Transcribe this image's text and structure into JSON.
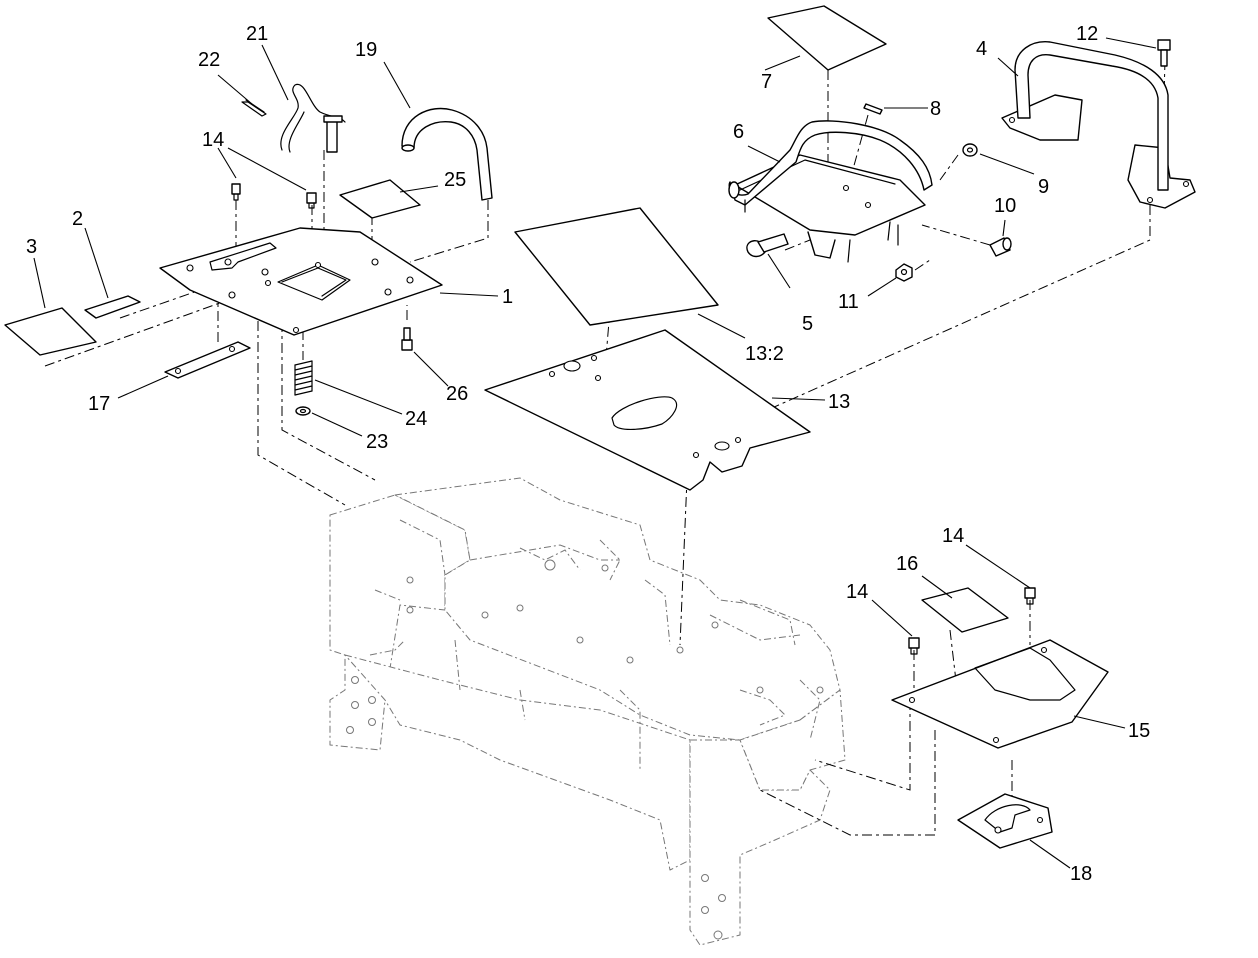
{
  "figure": {
    "callouts": [
      {
        "id": "c1",
        "label": "1"
      },
      {
        "id": "c2",
        "label": "2"
      },
      {
        "id": "c3",
        "label": "3"
      },
      {
        "id": "c4",
        "label": "4"
      },
      {
        "id": "c5",
        "label": "5"
      },
      {
        "id": "c6",
        "label": "6"
      },
      {
        "id": "c7",
        "label": "7"
      },
      {
        "id": "c8",
        "label": "8"
      },
      {
        "id": "c9",
        "label": "9"
      },
      {
        "id": "c10",
        "label": "10"
      },
      {
        "id": "c11",
        "label": "11"
      },
      {
        "id": "c12",
        "label": "12"
      },
      {
        "id": "c13",
        "label": "13"
      },
      {
        "id": "c13b",
        "label": "13:2"
      },
      {
        "id": "c14a",
        "label": "14"
      },
      {
        "id": "c14b",
        "label": "14"
      },
      {
        "id": "c14c",
        "label": "14"
      },
      {
        "id": "c15",
        "label": "15"
      },
      {
        "id": "c16",
        "label": "16"
      },
      {
        "id": "c17",
        "label": "17"
      },
      {
        "id": "c18",
        "label": "18"
      },
      {
        "id": "c19",
        "label": "19"
      },
      {
        "id": "c21",
        "label": "21"
      },
      {
        "id": "c22",
        "label": "22"
      },
      {
        "id": "c23",
        "label": "23"
      },
      {
        "id": "c24",
        "label": "24"
      },
      {
        "id": "c25",
        "label": "25"
      },
      {
        "id": "c26",
        "label": "26"
      }
    ]
  }
}
